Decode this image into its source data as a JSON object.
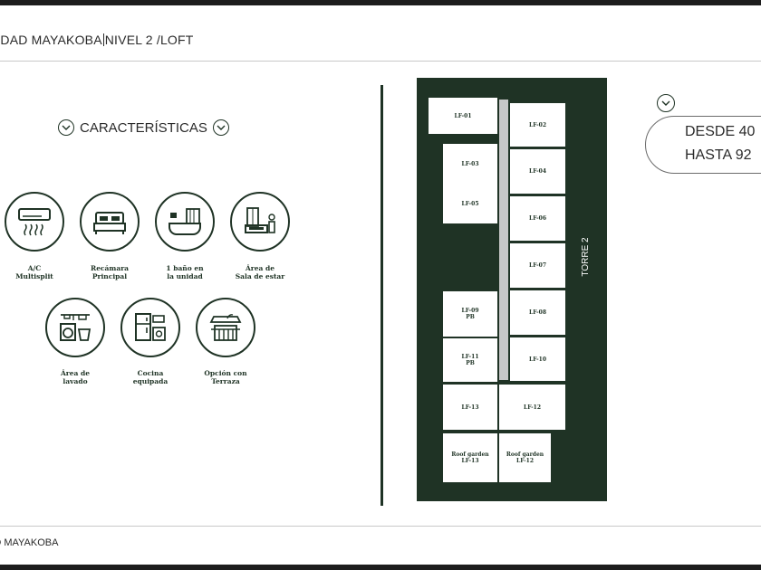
{
  "header": {
    "project": "IUDAD MAYAKOBA",
    "level": "NIVEL 2 /LOFT"
  },
  "footer": {
    "text": "AD MAYAKOBA"
  },
  "features": {
    "title": "CARACTERÍSTICAS",
    "items": [
      {
        "icon": "air-conditioner-icon",
        "label1": "A/C",
        "label2": "Multisplit"
      },
      {
        "icon": "bed-icon",
        "label1": "Recámara",
        "label2": "Principal"
      },
      {
        "icon": "bathroom-icon",
        "label1": "1 baño en",
        "label2": "la unidad"
      },
      {
        "icon": "living-room-icon",
        "label1": "Área de",
        "label2": "Sala de estar"
      },
      {
        "icon": "laundry-icon",
        "label1": "Área de",
        "label2": "lavado"
      },
      {
        "icon": "kitchen-icon",
        "label1": "Cocina",
        "label2": "equipada"
      },
      {
        "icon": "terrace-icon",
        "label1": "Opción con",
        "label2": "Terraza"
      }
    ]
  },
  "plan": {
    "tower": "TORRE 2",
    "units": {
      "lf01": "LF-01",
      "lf02": "LF-02",
      "lf03": "LF-03",
      "lf04": "LF-04",
      "lf05": "LF-05",
      "lf06": "LF-06",
      "lf07": "LF-07",
      "lf08": "LF-08",
      "lf09": "LF-09",
      "lf09sub": "PB",
      "lf10": "LF-10",
      "lf11": "LF-11",
      "lf11sub": "PB",
      "lf12": "LF-12",
      "lf13": "LF-13",
      "rg13a": "Roof garden",
      "rg13b": "LF-13",
      "rg12a": "Roof garden",
      "rg12b": "LF-12"
    }
  },
  "pricing": {
    "from": "DESDE 40",
    "to": "HASTA 92"
  },
  "colors": {
    "brand_green": "#1f3325",
    "corridor": "#c7c7c7"
  }
}
